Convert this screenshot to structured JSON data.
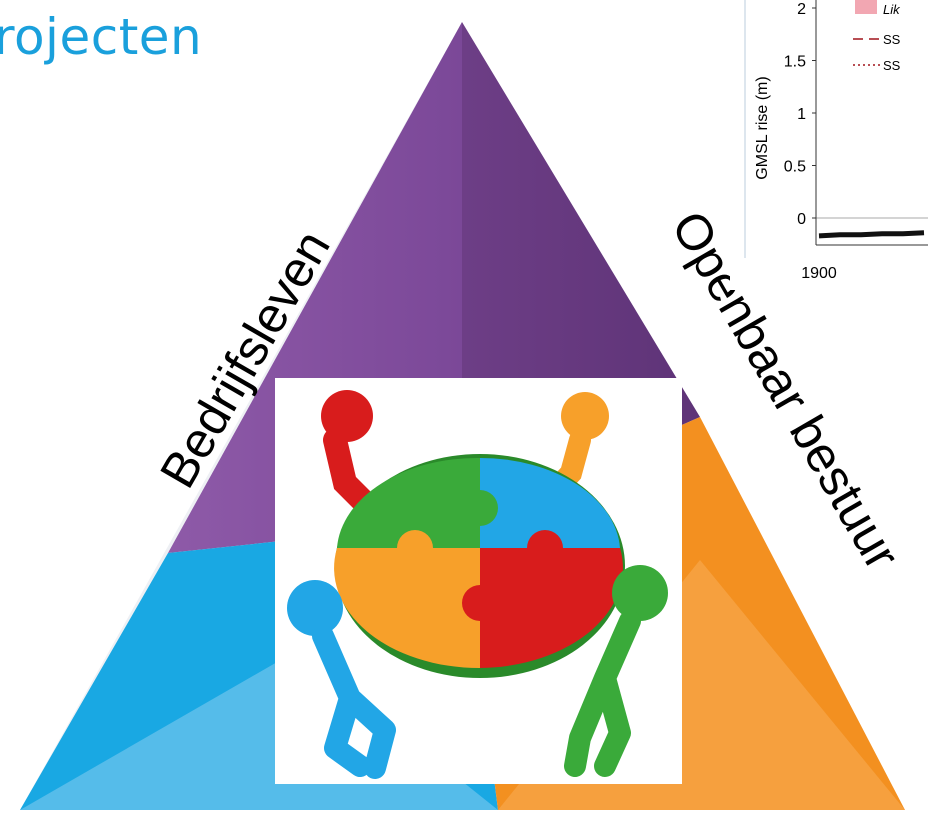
{
  "page": {
    "title": "rojecten",
    "label_left": "Bedrijfsleven",
    "label_right": "Openbaar bestuur"
  },
  "colors": {
    "title": "#1aa0dc",
    "purple": "#7a4a99",
    "blue": "#1aaee4",
    "orange": "#f39020",
    "puzzle_green": "#3aaa3a",
    "puzzle_blue": "#22a6e6",
    "puzzle_orange": "#f7a02a",
    "puzzle_red": "#d81c1c"
  },
  "chart_data": {
    "type": "line",
    "ylabel": "GMSL rise (m)",
    "y_ticks": [
      "2",
      "1.5",
      "1",
      "0.5",
      "0"
    ],
    "x_ticks": [
      "1900"
    ],
    "legend": [
      {
        "label": "Lik",
        "style": "band"
      },
      {
        "label": "SS",
        "style": "dashed"
      },
      {
        "label": "SS",
        "style": "dotted"
      }
    ],
    "series": [
      {
        "x": [
          1900,
          1905,
          1910,
          1915,
          1920,
          1925
        ],
        "y": [
          -0.17,
          -0.16,
          -0.16,
          -0.15,
          -0.15,
          -0.14
        ]
      }
    ]
  }
}
